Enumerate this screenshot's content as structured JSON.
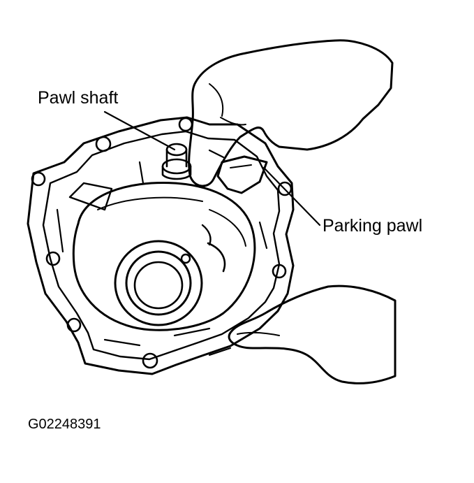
{
  "diagram": {
    "labels": {
      "pawl_shaft": "Pawl shaft",
      "parking_pawl": "Parking pawl"
    },
    "figure_id": "G02248391",
    "icons": {
      "hands": "hand-icon",
      "housing": "transmission-housing-icon"
    },
    "colors": {
      "ink": "#000000",
      "paper": "#ffffff"
    }
  }
}
